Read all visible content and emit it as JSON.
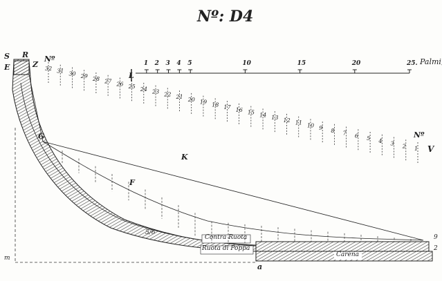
{
  "title": "Nº: D4",
  "scale": {
    "ticks": [
      "1",
      "2",
      "3",
      "4",
      "5",
      "10",
      "15",
      "20",
      "25."
    ],
    "values": [
      1,
      2,
      3,
      4,
      5,
      10,
      15,
      20,
      25
    ],
    "unit": "Palmi,",
    "origin_label": "L"
  },
  "stations": {
    "header_left": "Nº",
    "header_right": "Nº",
    "labels": [
      "32",
      "31",
      "30",
      "29",
      "28",
      "27",
      "26",
      "25",
      "24",
      "23",
      "22",
      "21",
      "20",
      "19",
      "18",
      "17",
      "16",
      "15",
      "14",
      "13",
      "12",
      "11",
      "10",
      "9",
      "8",
      "7",
      "6",
      "5",
      "4",
      "3",
      "2",
      "1"
    ],
    "end_label": "V"
  },
  "points": {
    "S": "S",
    "R": "R",
    "Z": "Z",
    "E": "E",
    "G": "G",
    "K": "K",
    "F": "F",
    "a": "a",
    "m": "m",
    "fifty_six": "5/6",
    "right_9": "9",
    "right_2": "2"
  },
  "parts": {
    "contra_ruota": "Contra Ruota",
    "ruota_di_poppa": "Ruota di Poppa",
    "carena": "Carena"
  }
}
